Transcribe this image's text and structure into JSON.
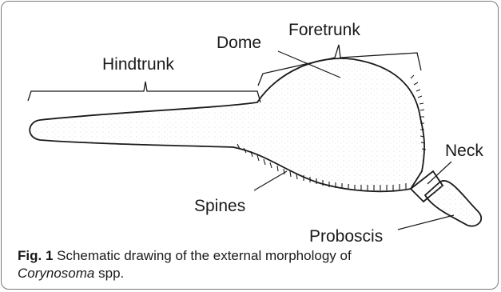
{
  "labels": {
    "hindtrunk": "Hindtrunk",
    "dome": "Dome",
    "foretrunk": "Foretrunk",
    "neck": "Neck",
    "spines": "Spines",
    "proboscis": "Proboscis"
  },
  "caption": {
    "fig_tag": "Fig. 1",
    "text": "Schematic drawing of the external morphology of",
    "genus": "Corynosoma",
    "suffix": "spp."
  }
}
